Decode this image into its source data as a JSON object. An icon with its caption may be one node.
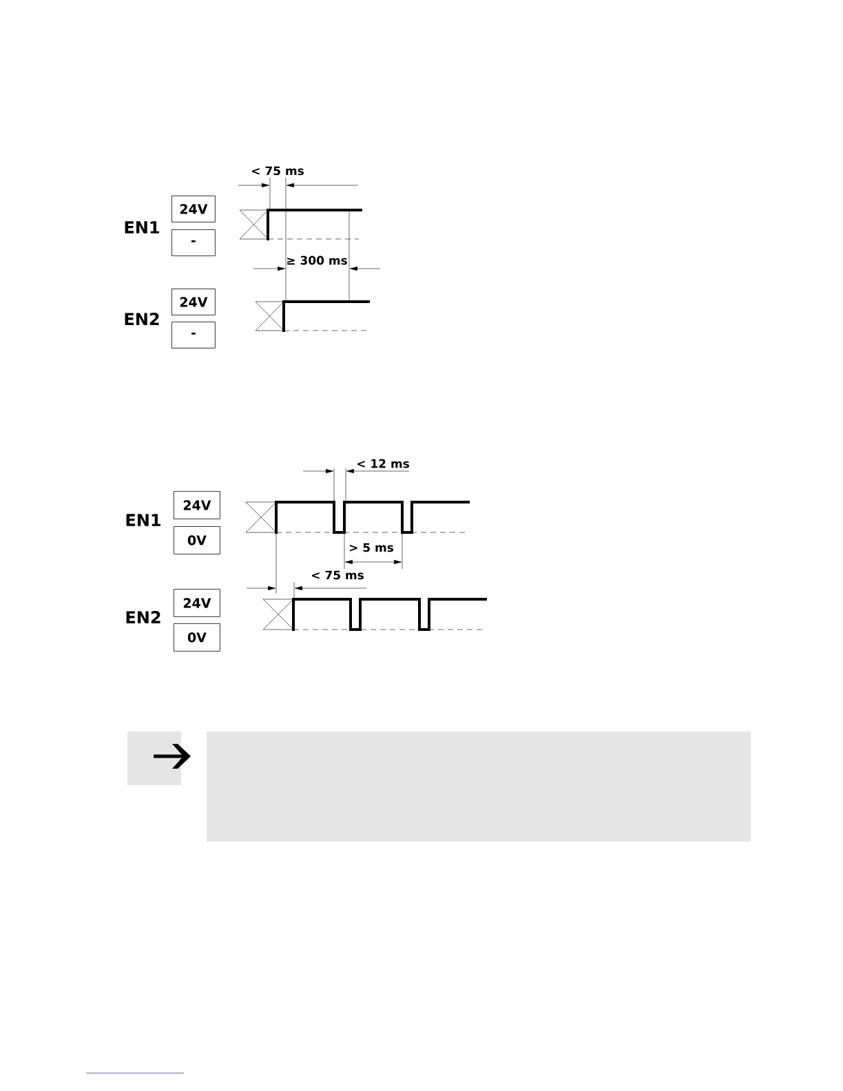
{
  "diagram": {
    "nodes": [
      {
        "text": [
          "24V"
        ]
      },
      {
        "text": [
          "-"
        ]
      },
      {
        "text": [
          "24V"
        ]
      },
      {
        "text": [
          "-"
        ]
      },
      {
        "text": [
          "24V"
        ]
      },
      {
        "text": [
          "0V"
        ]
      },
      {
        "text": [
          "24V"
        ]
      },
      {
        "text": [
          "0V"
        ]
      }
    ],
    "labels": [
      "< 75 ms",
      "EN1",
      "≥ 300 ms",
      "EN2",
      "< 12 ms",
      "EN1",
      "> 5 ms",
      "< 75 ms",
      "EN2"
    ]
  }
}
